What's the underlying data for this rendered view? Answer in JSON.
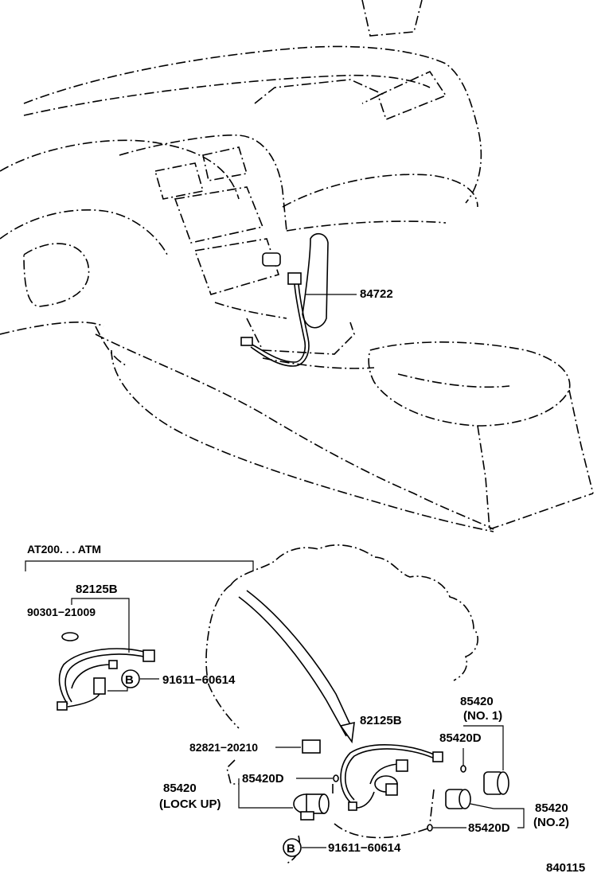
{
  "labels": {
    "p84722": "84722",
    "variant": "AT200. . . ATM",
    "p82125B_left": "82125B",
    "p90301": "90301−21009",
    "bolt_b_left": "B",
    "p91611_left": "91611−60614",
    "p82125B_right": "82125B",
    "p82821": "82821−20210",
    "p85420_lock": "85420",
    "lock_up": "(LOCK UP)",
    "p85420D_a": "85420D",
    "p85420_no1": "85420",
    "no1": "(NO. 1)",
    "p85420D_b": "85420D",
    "p85420_no2": "85420",
    "no2": "(NO.2)",
    "p85420D_c": "85420D",
    "bolt_b_right": "B",
    "p91611_right": "91611−60614",
    "diagram_id": "840115"
  }
}
